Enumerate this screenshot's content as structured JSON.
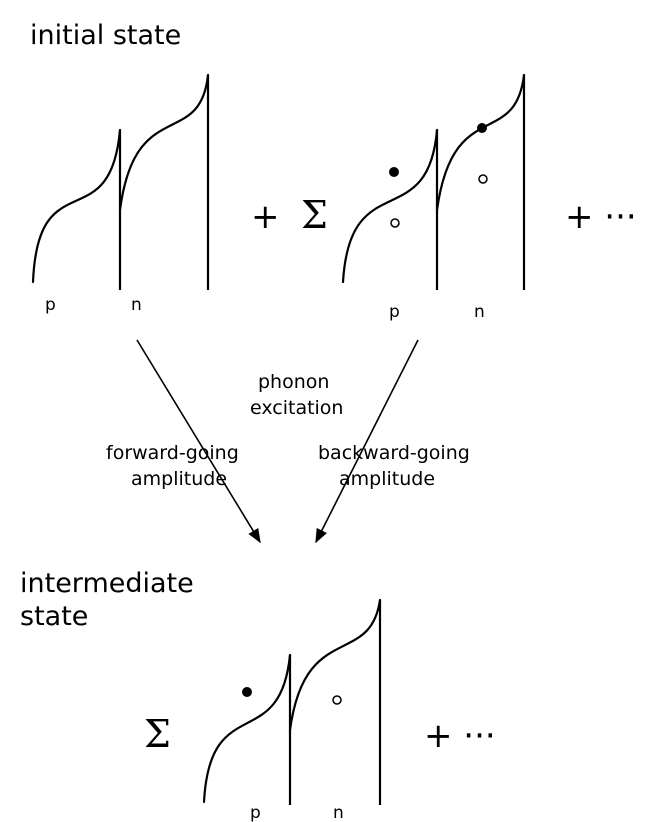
{
  "initial": {
    "title": "initial state",
    "plus": "+",
    "sum": "Σ",
    "plus_ellipsis": "+ ···",
    "labels": {
      "p1": "p",
      "n1": "n",
      "p2": "p",
      "n2": "n"
    }
  },
  "transition": {
    "center_line1": "phonon",
    "center_line2": "excitation",
    "left_line1": "forward-going",
    "left_line2": "amplitude",
    "right_line1": "backward-going",
    "right_line2": "amplitude"
  },
  "intermediate": {
    "title_line1": "intermediate",
    "title_line2": "state",
    "sum": "Σ",
    "plus_ellipsis": "+ ···",
    "labels": {
      "p": "p",
      "n": "n"
    }
  }
}
